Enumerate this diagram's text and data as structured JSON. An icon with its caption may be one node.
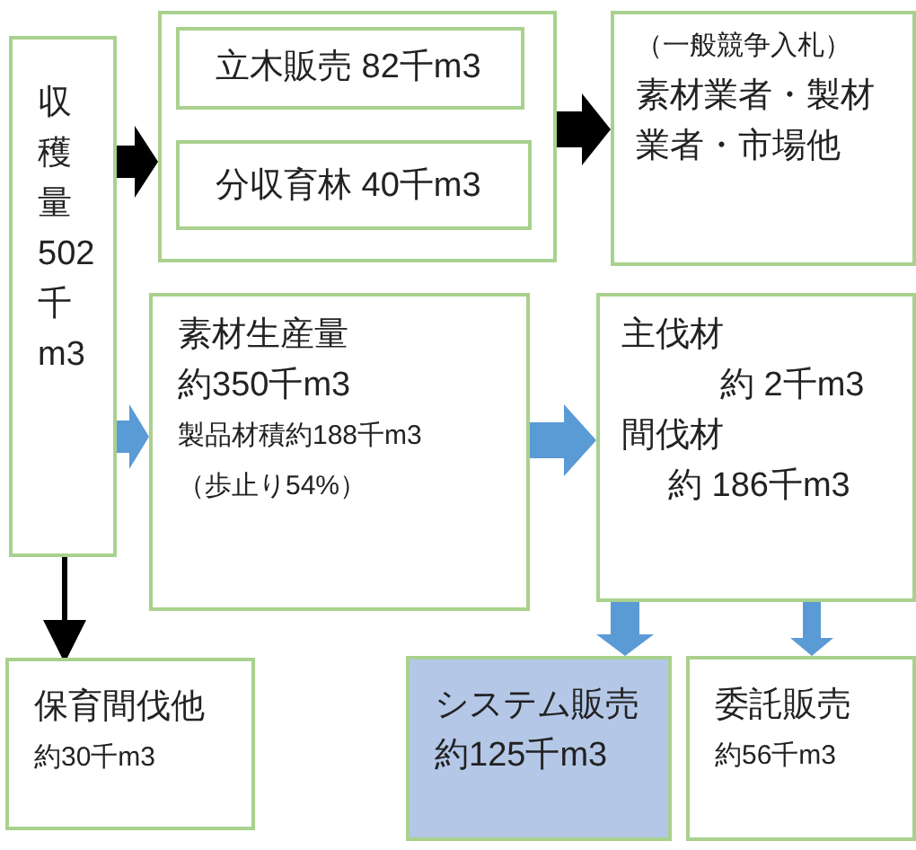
{
  "diagram": {
    "nodes": [
      {
        "text": [
          "収穫量502千m3"
        ]
      },
      {
        "text": [],
        "shape": "box"
      },
      {
        "text": [
          "立木販売 82千m3"
        ],
        "in": 1
      },
      {
        "text": [
          "分収育林 40千m3"
        ],
        "in": 1
      },
      {
        "text": [
          "（一般競争入札）",
          "素材業者・製材業者・市場他"
        ]
      },
      {
        "text": [
          "素材生産量",
          "約350千m3",
          "製品材積約188千m3",
          "（歩止り54%）"
        ]
      },
      {
        "text": [
          "主伐材",
          "約 2千m3",
          "間伐材",
          "約 186千m3"
        ]
      },
      {
        "text": [
          "保育間伐他",
          "約30千m3"
        ]
      },
      {
        "text": [
          "システム販売",
          "約125千m3"
        ]
      },
      {
        "text": [
          "委託販売",
          "約56千m3"
        ]
      }
    ],
    "edges": [
      {
        "from": 0,
        "to": 1,
        "arrow": "to",
        "style": "thick",
        "color": "#000000"
      },
      {
        "from": 1,
        "to": 4,
        "arrow": "to",
        "style": "thick",
        "color": "#000000"
      },
      {
        "from": 0,
        "to": 5,
        "arrow": "to",
        "style": "thick"
      },
      {
        "from": 5,
        "to": 6,
        "arrow": "to",
        "style": "thick"
      },
      {
        "from": 6,
        "to": 8,
        "arrow": "to",
        "style": "thick"
      },
      {
        "from": 6,
        "to": 9,
        "arrow": "to",
        "style": "thick"
      },
      {
        "from": 0,
        "to": 7,
        "arrow": "to",
        "color": "#000000"
      }
    ]
  }
}
